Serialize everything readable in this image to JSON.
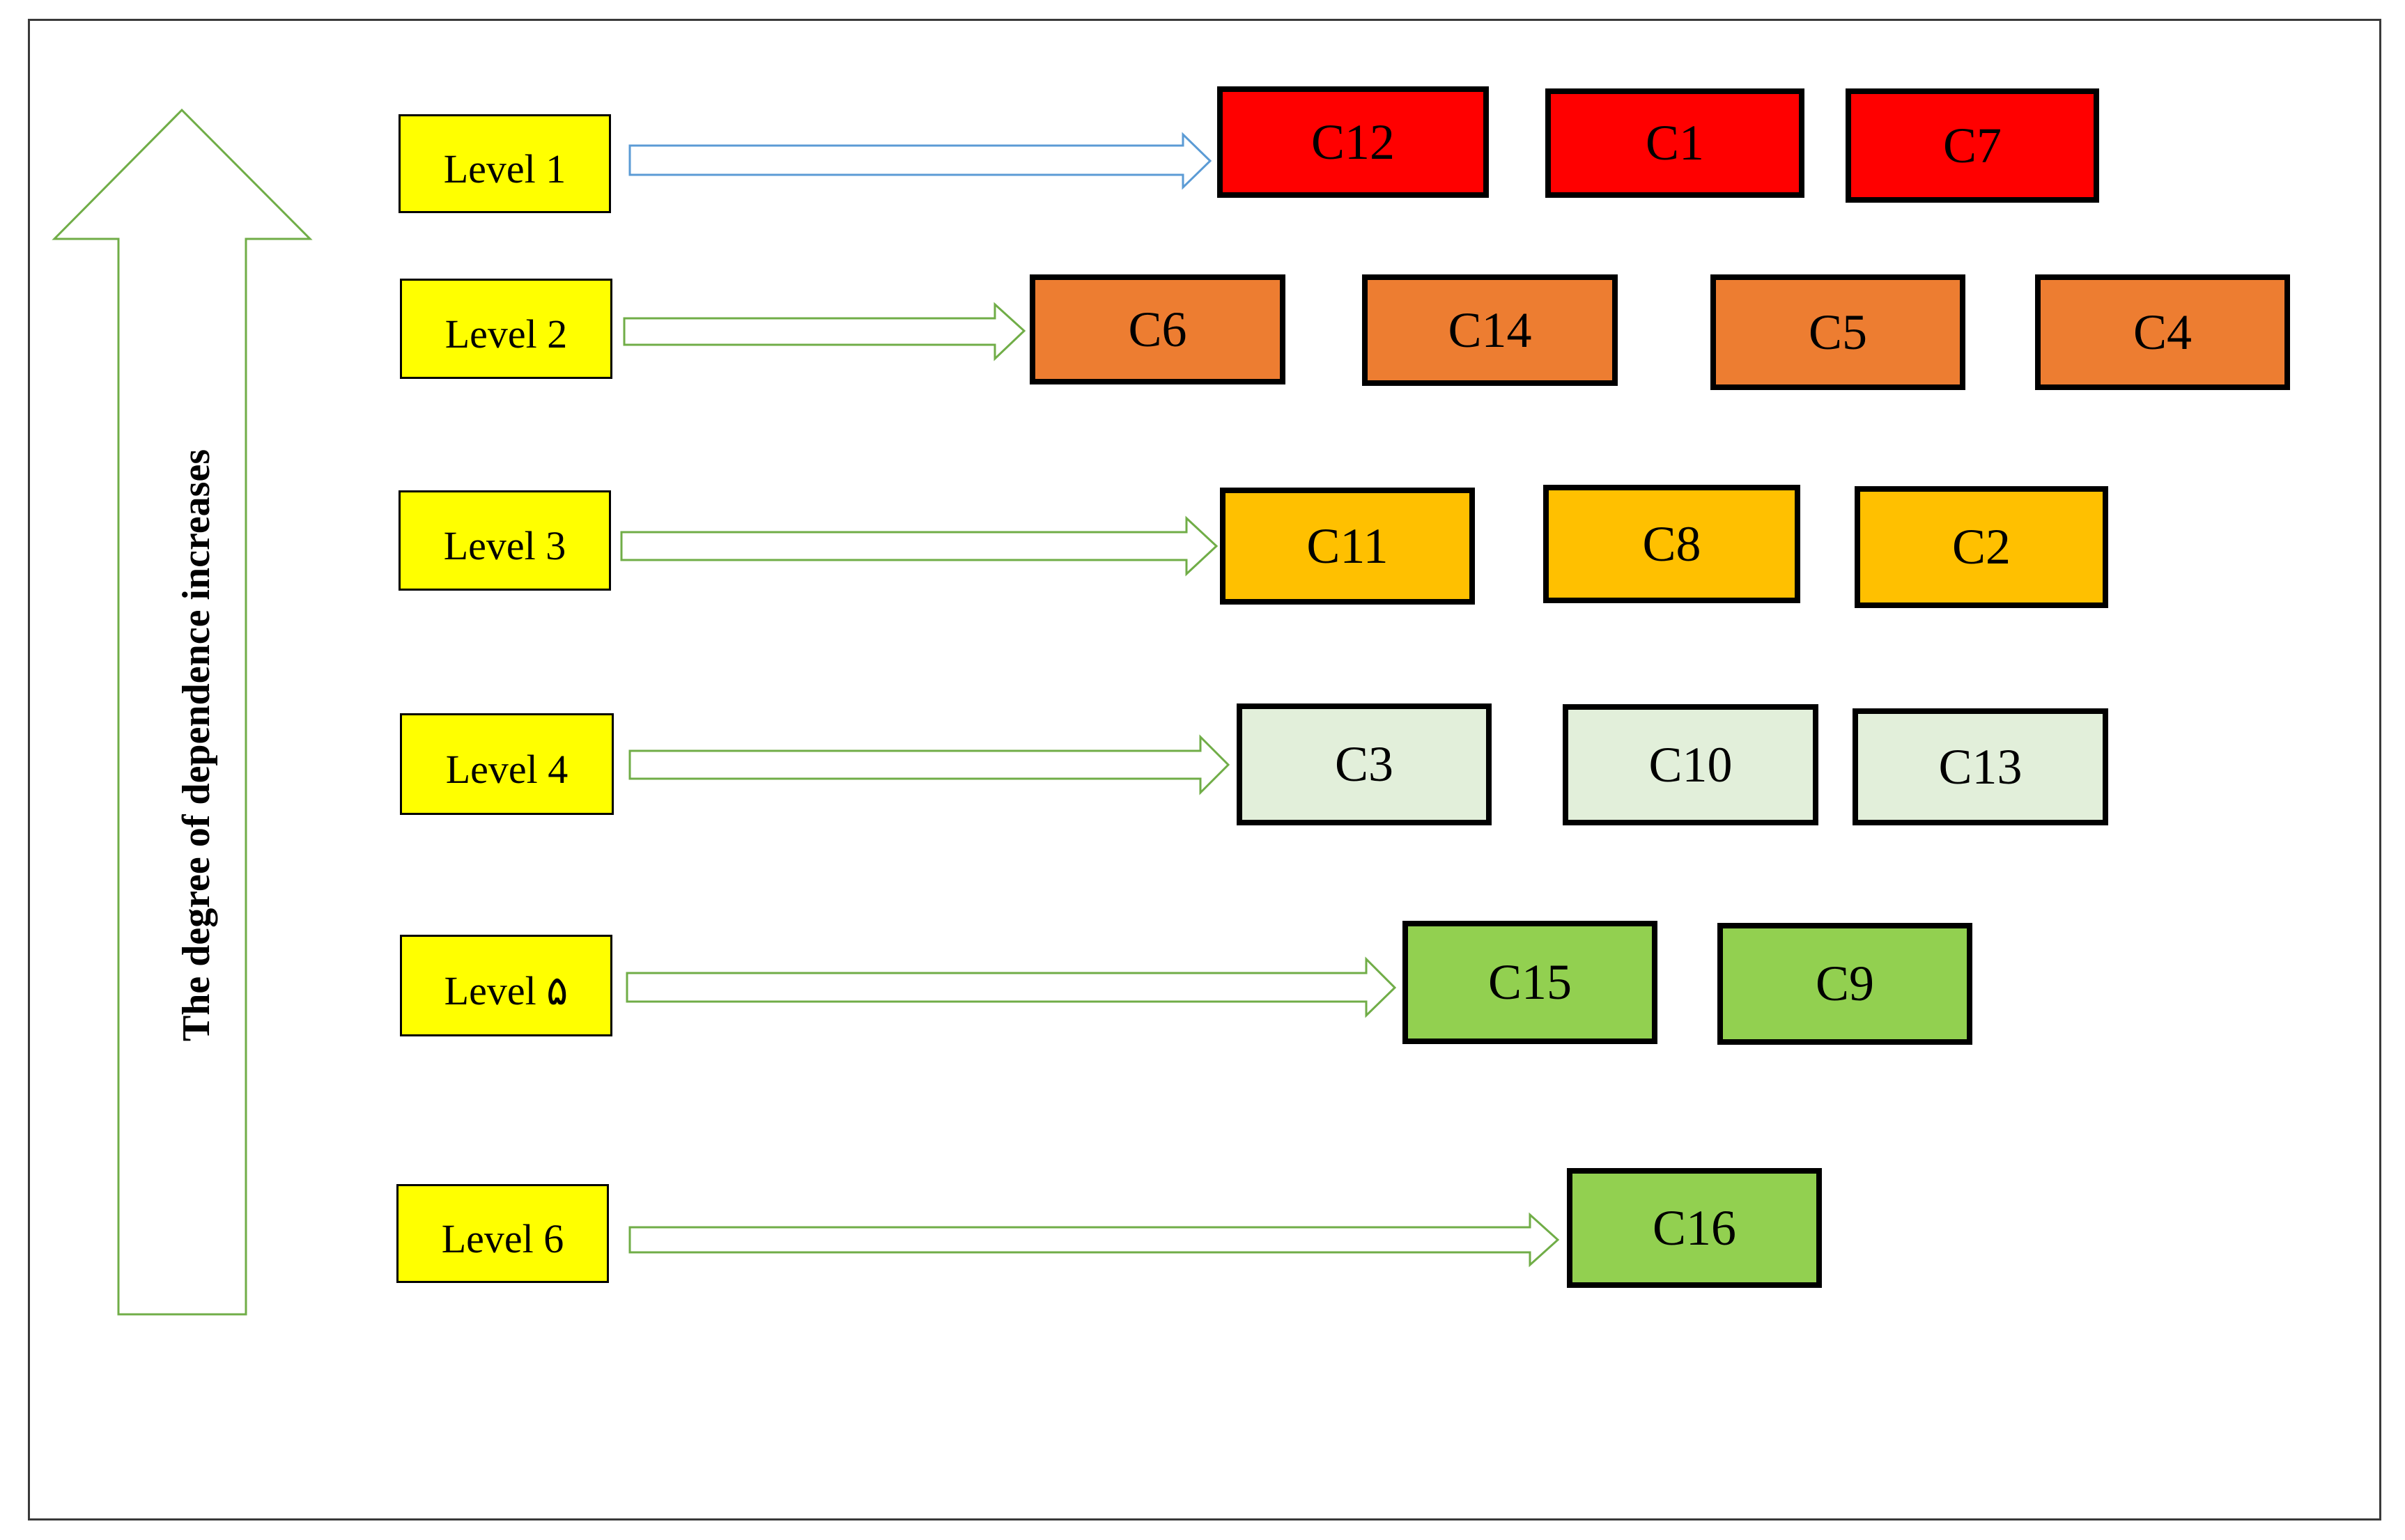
{
  "axis_label": "The degree of dependence increases",
  "colors": {
    "level_fill": "#ffff00",
    "level1": "#ff0000",
    "level2": "#ed7d31",
    "level3": "#ffc000",
    "level4": "#e2efda",
    "level5": "#92d050",
    "level6": "#92d050",
    "arrow_level1": "#5b9bd5",
    "arrow_other": "#70ad47"
  },
  "levels": [
    {
      "label": "Level 1",
      "items": [
        "C12",
        "C1",
        "C7"
      ]
    },
    {
      "label": "Level 2",
      "items": [
        "C6",
        "C14",
        "C5",
        "C4"
      ]
    },
    {
      "label": "Level 3",
      "items": [
        "C11",
        "C8",
        "C2"
      ]
    },
    {
      "label": "Level 4",
      "items": [
        "C3",
        "C10",
        "C13"
      ]
    },
    {
      "label": "Level ۵",
      "items": [
        "C15",
        "C9"
      ]
    },
    {
      "label": "Level 6",
      "items": [
        "C16"
      ]
    }
  ]
}
